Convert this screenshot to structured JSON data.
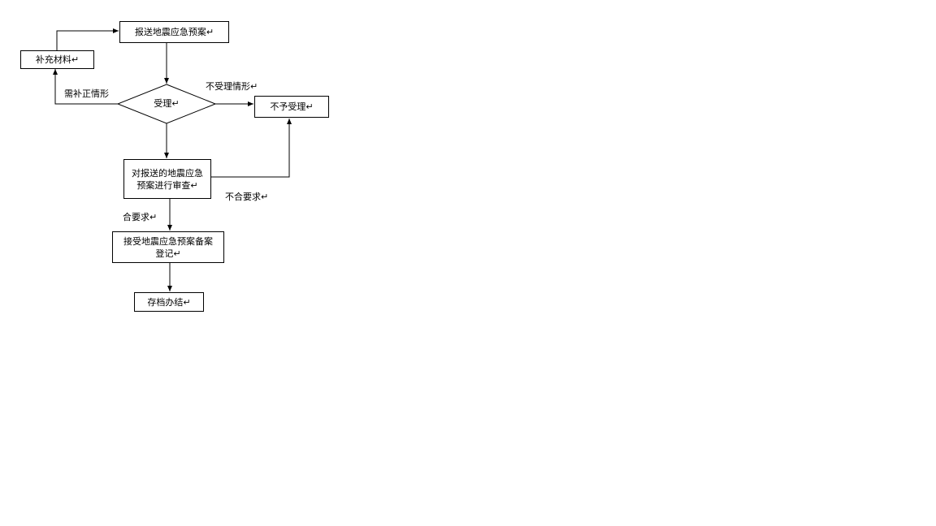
{
  "flowchart": {
    "nodes": {
      "submit": "报送地震应急预案↵",
      "supplement": "补充材料↵",
      "accept_decision": "受理↵",
      "not_accepted": "不予受理↵",
      "review_line1": "对报送的地震应急",
      "review_line2": "预案进行审查↵",
      "register_line1": "接受地震应急预案备案",
      "register_line2": "登记↵",
      "archive": "存档办结↵"
    },
    "edge_labels": {
      "needs_supplement": "需补正情形",
      "not_accept_case": "不受理情形↵",
      "meets_requirements": "合要求↵",
      "fails_requirements": "不合要求↵"
    }
  }
}
